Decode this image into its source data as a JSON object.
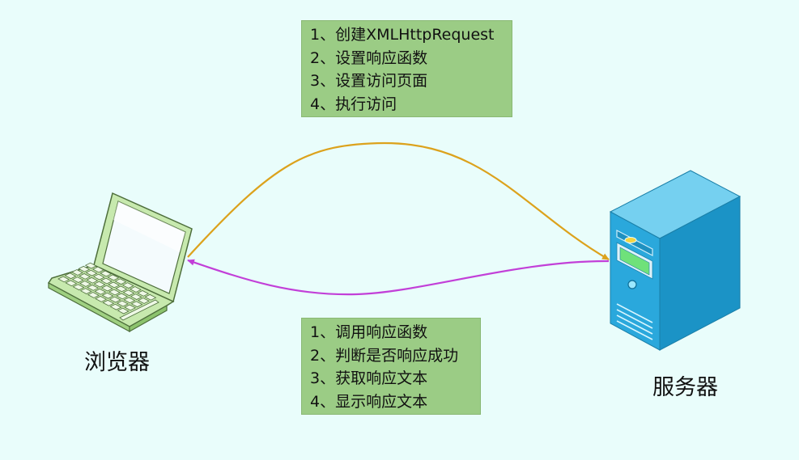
{
  "browser": {
    "label": "浏览器",
    "icon": "laptop-icon"
  },
  "server": {
    "label": "服务器",
    "icon": "server-tower-icon"
  },
  "request_steps": [
    "1、创建XMLHttpRequest",
    "2、设置响应函数",
    "3、设置访问页面",
    "4、执行访问"
  ],
  "response_steps": [
    "1、调用响应函数",
    "2、判断是否响应成功",
    "3、获取响应文本",
    "4、显示响应文本"
  ],
  "colors": {
    "background": "#e9fdfb",
    "box_fill": "#9bcc85",
    "request_arrow": "#dca21c",
    "response_arrow": "#c23fd8"
  }
}
